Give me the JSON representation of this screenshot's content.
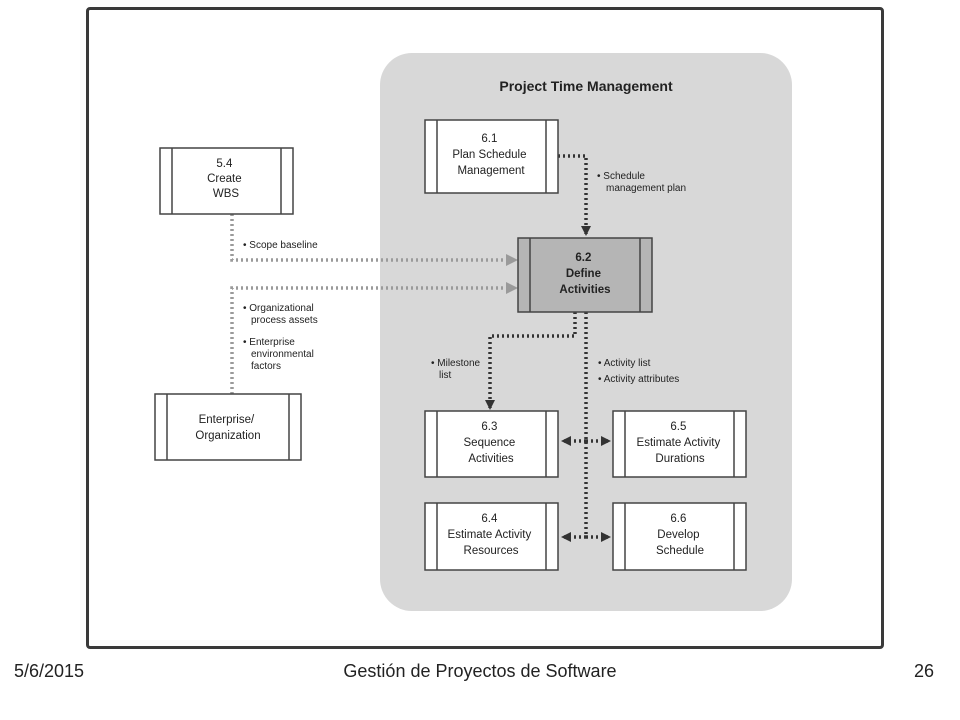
{
  "panel": {
    "title": "Project Time Management"
  },
  "processes": {
    "p54": {
      "lines": [
        "5.4",
        "Create",
        "WBS"
      ]
    },
    "p61": {
      "lines": [
        "6.1",
        "Plan Schedule",
        "Management"
      ]
    },
    "p62": {
      "lines": [
        "6.2",
        "Define",
        "Activities"
      ]
    },
    "p63": {
      "lines": [
        "6.3",
        "Sequence",
        "Activities"
      ]
    },
    "p64": {
      "lines": [
        "6.4",
        "Estimate Activity",
        "Resources"
      ]
    },
    "p65": {
      "lines": [
        "6.5",
        "Estimate Activity",
        "Durations"
      ]
    },
    "p66": {
      "lines": [
        "6.6",
        "Develop",
        "Schedule"
      ]
    },
    "ent": {
      "lines": [
        "Enterprise/",
        "Organization"
      ]
    }
  },
  "labels": {
    "schedule_plan": [
      "• Schedule",
      "management plan"
    ],
    "scope_baseline": [
      "• Scope baseline"
    ],
    "org_assets": [
      "• Organizational",
      "process assets",
      "• Enterprise",
      "environmental",
      "factors"
    ],
    "milestone": [
      "• Milestone",
      "list"
    ],
    "activity": [
      "• Activity list",
      "• Activity attributes"
    ]
  },
  "footer": {
    "date": "5/6/2015",
    "course": "Gestión de Proyectos de Software",
    "page": "26"
  }
}
